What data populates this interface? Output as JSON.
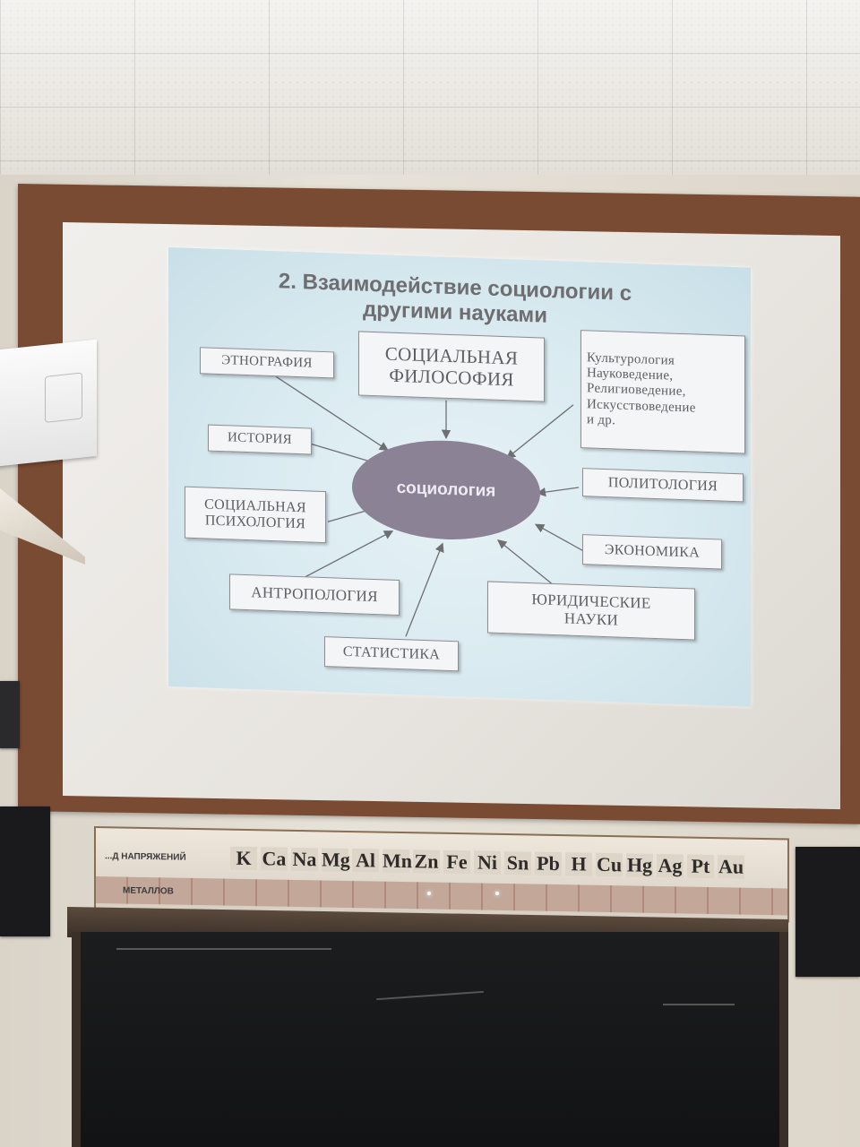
{
  "slide": {
    "title_line1": "2. Взаимодействие социологии с",
    "title_line2": "другими науками",
    "center": "социология",
    "nodes": {
      "ethnography": "ЭТНОГРАФИЯ",
      "social_philosophy_1": "СОЦИАЛЬНАЯ",
      "social_philosophy_2": "ФИЛОСОФИЯ",
      "culture_1": "Культурология",
      "culture_2": "Науковедение,",
      "culture_3": "Религиоведение,",
      "culture_4": "Искусствоведение",
      "culture_5": "и др.",
      "history": "ИСТОРИЯ",
      "political_science": "ПОЛИТОЛОГИЯ",
      "social_psychology_1": "СОЦИАЛЬНАЯ",
      "social_psychology_2": "ПСИХОЛОГИЯ",
      "economics": "ЭКОНОМИКА",
      "anthropology": "АНТРОПОЛОГИЯ",
      "legal_sciences_1": "ЮРИДИЧЕСКИЕ",
      "legal_sciences_2": "НАУКИ",
      "statistics": "СТАТИСТИКА"
    }
  },
  "metal_series": {
    "caption_top": "...Д НАПРЯЖЕНИЙ",
    "caption_bottom": "МЕТАЛЛОВ",
    "elements": [
      "K",
      "Ca",
      "Na",
      "Mg",
      "Al",
      "Mn",
      "Zn",
      "Fe",
      "Ni",
      "Sn",
      "Pb",
      "H",
      "Cu",
      "Hg",
      "Ag",
      "Pt",
      "Au"
    ]
  }
}
